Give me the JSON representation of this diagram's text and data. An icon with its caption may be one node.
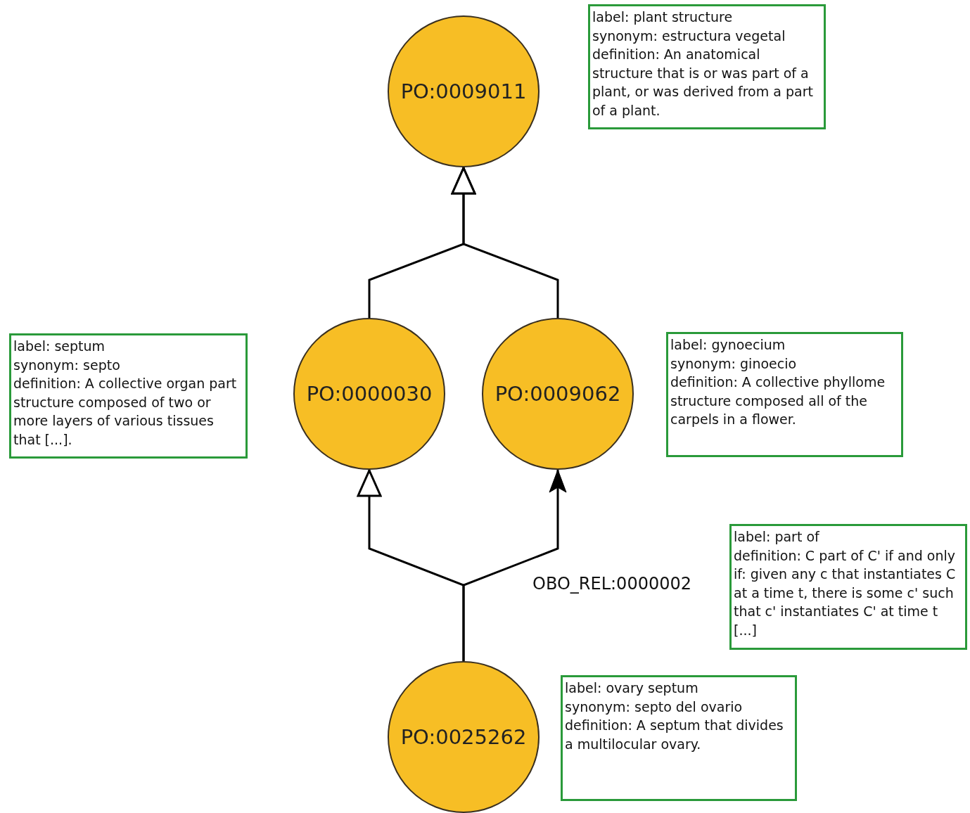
{
  "diagram": {
    "nodes": [
      {
        "text": [
          "PO:0009011"
        ]
      },
      {
        "text": [
          "label: plant structure",
          "synonym: estructura vegetal",
          "definition: An anatomical structure that is or was part of a plant, or was derived from a part of a plant."
        ]
      },
      {
        "text": [
          "label: septum",
          "synonym: septo",
          "definition: A collective organ part structure composed of two or more layers of various tissues that [...]."
        ]
      },
      {
        "text": [
          "PO:0000030"
        ]
      },
      {
        "text": [
          "PO:0009062"
        ]
      },
      {
        "text": [
          "label: gynoecium",
          "synonym: ginoecio",
          "definition: A collective phyllome structure composed all of the carpels in a flower."
        ]
      },
      {
        "text": [
          "label: part of",
          "definition: C part of C' if and only if: given any c that instantiates C at a time t, there is some c' such that c' instantiates C' at time t [...]"
        ]
      },
      {
        "text": [
          "PO:0025262"
        ]
      },
      {
        "text": [
          "label: ovary septum",
          "synonym: septo del ovario",
          "definition: A septum that divides a multilocular ovary."
        ]
      }
    ],
    "edges": [
      {
        "from": 3,
        "to": 0,
        "arrow": "to"
      },
      {
        "from": 4,
        "to": 0,
        "arrow": "to"
      },
      {
        "from": 7,
        "to": 3,
        "arrow": "to"
      },
      {
        "from": 7,
        "to": 4,
        "arrow": "to",
        "label": "OBO_REL:0000002"
      }
    ]
  }
}
